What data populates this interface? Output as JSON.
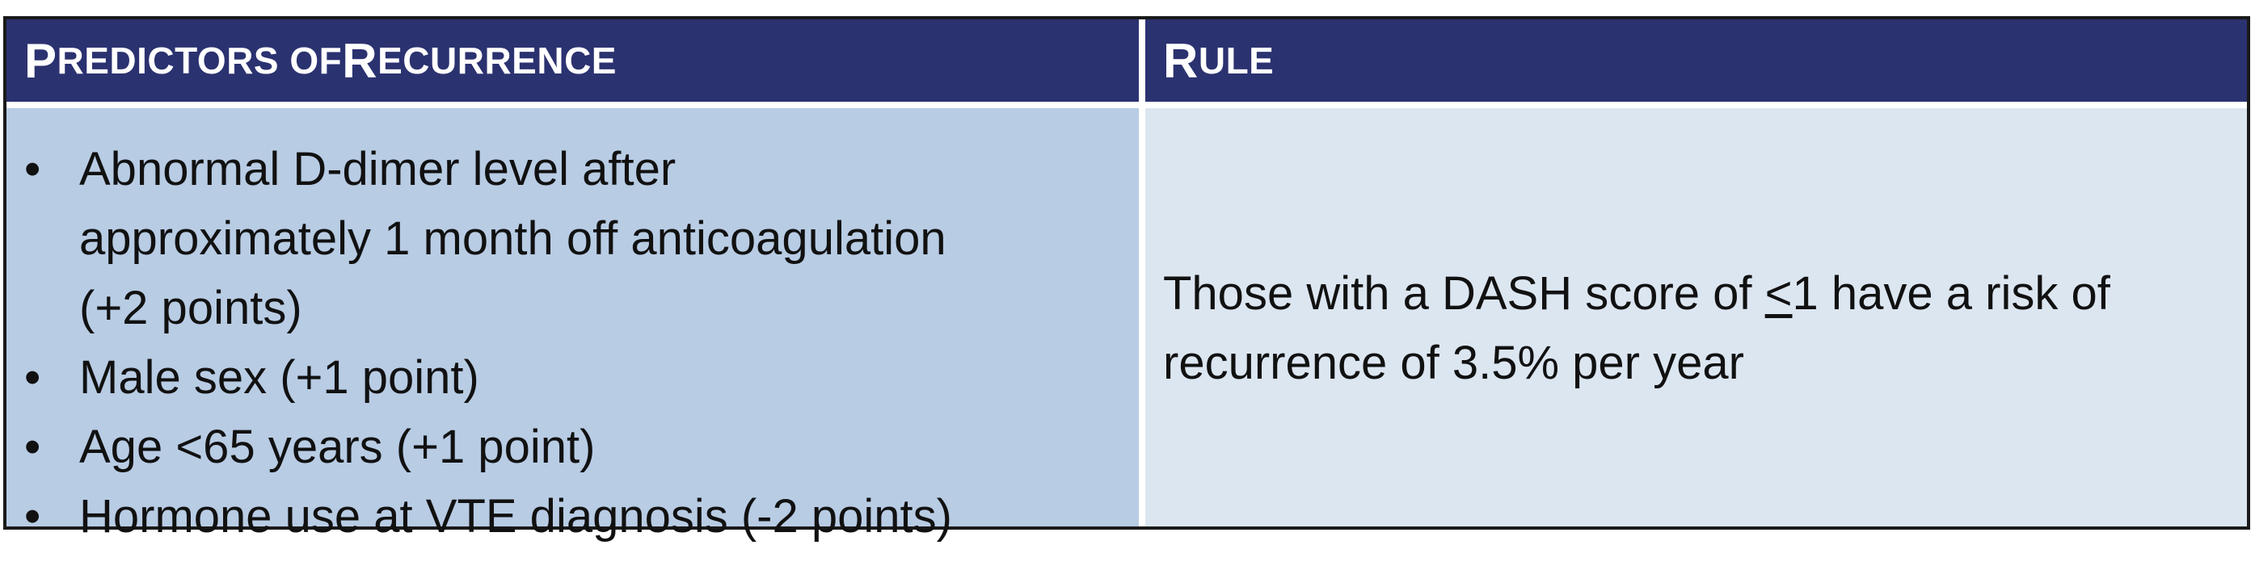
{
  "header": {
    "col1": {
      "cap1": "P",
      "rest1": "REDICTORS OF ",
      "cap2": "R",
      "rest2": "ECURRENCE"
    },
    "col2": {
      "cap1": "R",
      "rest1": "ULE"
    }
  },
  "predictors": [
    {
      "line1": "Abnormal D-dimer level after",
      "line2": "approximately 1 month off anticoagulation",
      "line3": "(+2 points)"
    },
    {
      "text": "Male sex (+1 point)"
    },
    {
      "text": "Age <65 years (+1 point)"
    },
    {
      "text": "Hormone use at VTE diagnosis (-2 points)"
    }
  ],
  "bullet_char": "•",
  "rule": {
    "part1": "Those with a DASH score of ",
    "underlined": "<",
    "part2": "1 have a risk of",
    "line2": "recurrence of 3.5% per year"
  }
}
